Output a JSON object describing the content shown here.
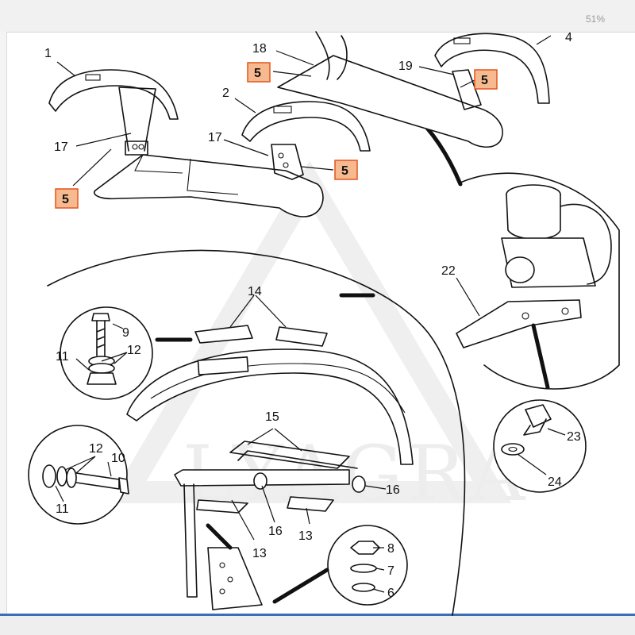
{
  "viewer": {
    "zoom": "51%"
  },
  "watermark": {
    "text": "LYAGRA"
  },
  "colors": {
    "highlight_fill": "#f7b98f",
    "highlight_stroke": "#e2561c",
    "line": "#111111",
    "frame_blue": "#3b6fb5"
  },
  "labels": {
    "n1": "1",
    "n2": "2",
    "n4": "4",
    "n6": "6",
    "n7": "7",
    "n8": "8",
    "n9": "9",
    "n10": "10",
    "n11a": "11",
    "n11b": "11",
    "n12a": "12",
    "n12b": "12",
    "n13a": "13",
    "n13b": "13",
    "n14": "14",
    "n15": "15",
    "n16a": "16",
    "n16b": "16",
    "n17a": "17",
    "n17b": "17",
    "n18": "18",
    "n19": "19",
    "n22": "22",
    "n23": "23",
    "n24": "24"
  },
  "highlights": [
    "5",
    "5",
    "5",
    "5"
  ]
}
